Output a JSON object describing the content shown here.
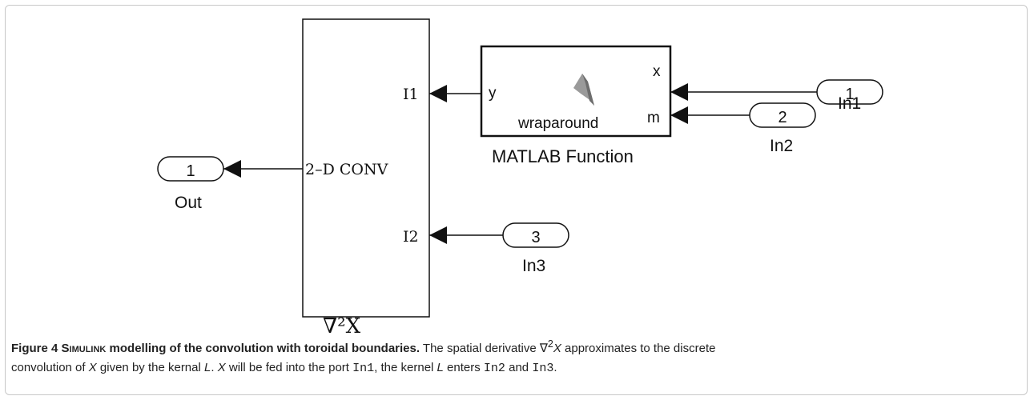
{
  "diagram": {
    "conv_block": {
      "label": "2–D CONV",
      "port_in1": "I1",
      "port_in2": "I2",
      "caption": "∇²X"
    },
    "matlab_block": {
      "function_name": "wraparound",
      "port_in_x": "x",
      "port_in_m": "m",
      "port_out_y": "y",
      "caption": "MATLAB Function"
    },
    "ports": [
      {
        "number": "1",
        "name": "In1"
      },
      {
        "number": "2",
        "name": "In2"
      },
      {
        "number": "3",
        "name": "In3"
      },
      {
        "number": "1",
        "name": "Out"
      }
    ],
    "colors": {
      "line": "#111111",
      "fill": "#ffffff"
    }
  },
  "caption": {
    "figure_label": "Figure 4",
    "title_sc": "Simulink",
    "title_rest": " modelling of the convolution with toroidal boundaries.",
    "t1": " The spatial derivative ",
    "nabla": "∇",
    "sup": "2",
    "var_x": "X",
    "t2": " approximates to the discrete",
    "t3": "convolution of ",
    "var_x2": "X",
    "t4": " given by the kernal ",
    "var_l": "L",
    "t5": ". ",
    "var_x3": "X",
    "t6": " will be fed into the port ",
    "code_in1": "In1",
    "t7": ", the kernel ",
    "var_l2": "L",
    "t8": " enters ",
    "code_in2": "In2",
    "t9": " and ",
    "code_in3": "In3",
    "t10": "."
  }
}
